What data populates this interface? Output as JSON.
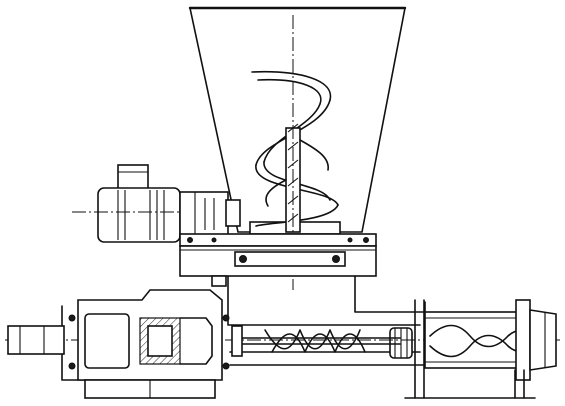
{
  "drawing": {
    "components": [
      "hopper",
      "bridge-breaker-auger",
      "drive-motor",
      "gearbox",
      "hopper-mounting-flange",
      "pump-housing",
      "conveying-screw",
      "bearing-housing",
      "rotor-stator",
      "support-feet"
    ]
  }
}
